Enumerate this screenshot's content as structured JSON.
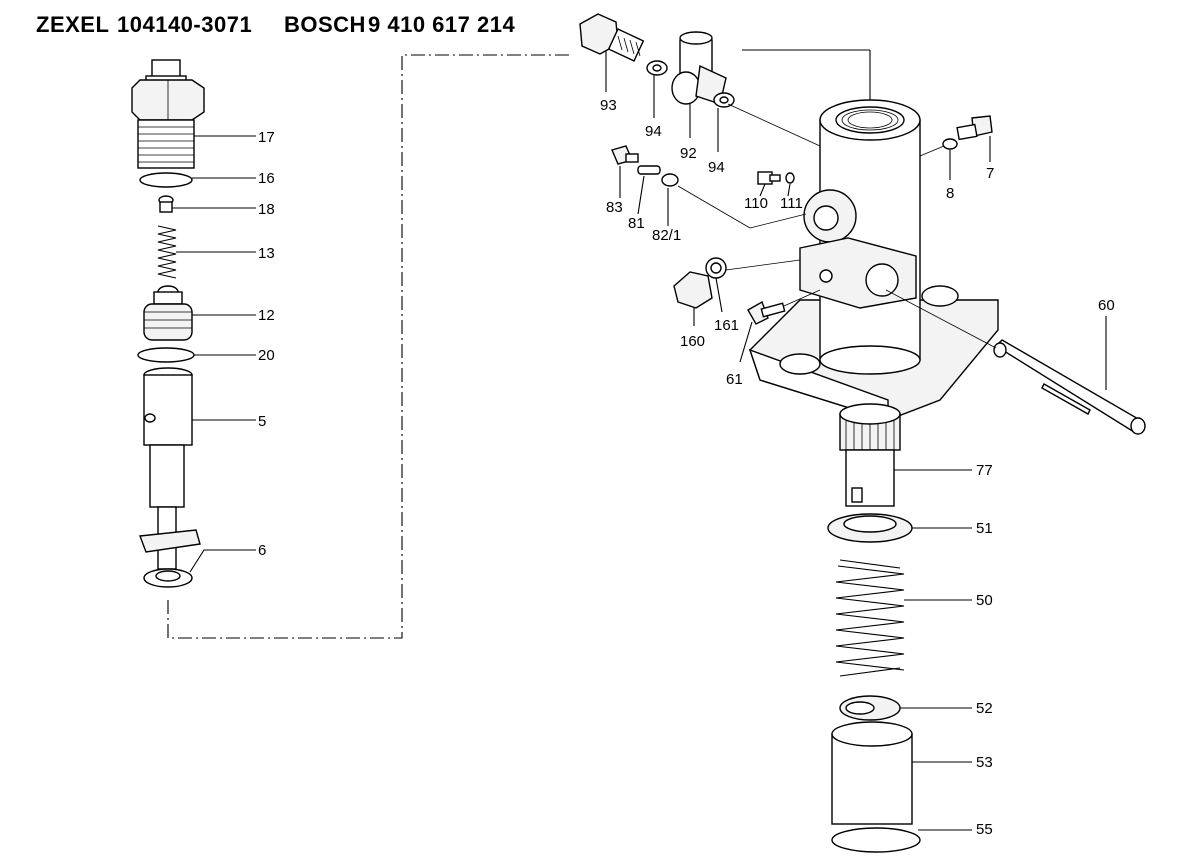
{
  "header": {
    "brand_left": "ZEXEL",
    "part_number_left": "104140-3071",
    "brand_right": "BOSCH",
    "part_number_right": "9 410 617 214"
  },
  "callouts": {
    "c17": "17",
    "c16": "16",
    "c18": "18",
    "c13": "13",
    "c12": "12",
    "c20": "20",
    "c5": "5",
    "c6": "6",
    "c93": "93",
    "c94a": "94",
    "c92": "92",
    "c94b": "94",
    "c7": "7",
    "c8": "8",
    "c83": "83",
    "c81": "81",
    "c82": "82/1",
    "c110": "110",
    "c111": "111",
    "c160": "160",
    "c161": "161",
    "c61": "61",
    "c60": "60",
    "c77": "77",
    "c51": "51",
    "c50": "50",
    "c52": "52",
    "c53": "53",
    "c55": "55"
  }
}
